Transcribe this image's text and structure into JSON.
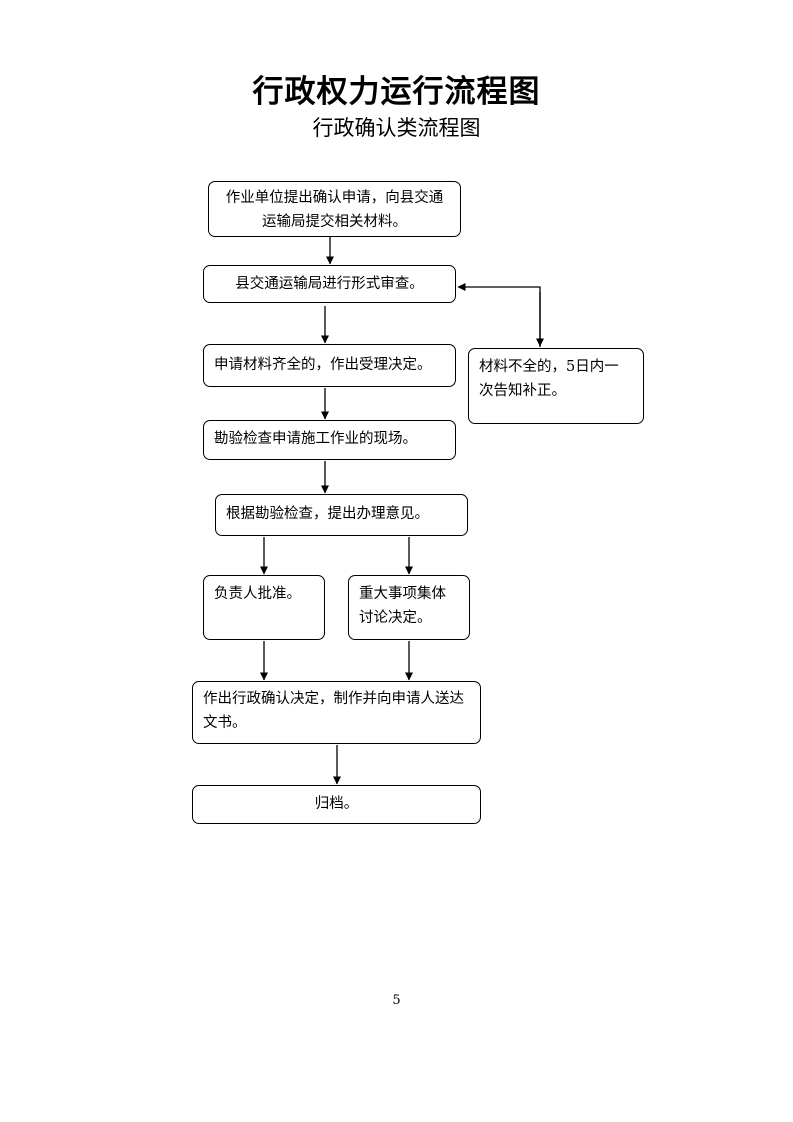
{
  "title": "行政权力运行流程图",
  "subtitle": "行政确认类流程图",
  "steps": {
    "s1": "作业单位提出确认申请，向县交通运输局提交相关材料。",
    "s2": "县交通运输局进行形式审查。",
    "s3": "申请材料齐全的，作出受理决定。",
    "s4": "材料不全的，5日内一次告知补正。",
    "s5": "勘验检查申请施工作业的现场。",
    "s6": "根据勘验检查，提出办理意见。",
    "s7": "负责人批准。",
    "s8": "重大事项集体讨论决定。",
    "s9": "作出行政确认决定，制作并向申请人送达文书。",
    "s10": "归档。"
  },
  "page_number": "5"
}
